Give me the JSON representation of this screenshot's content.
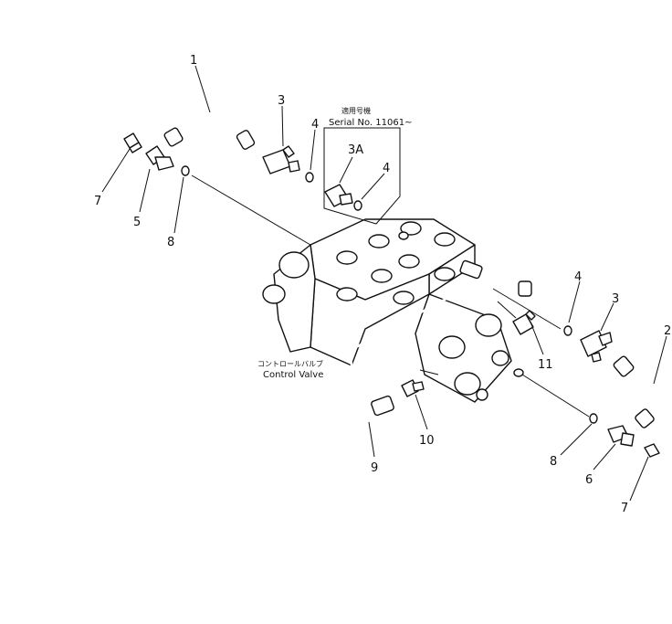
{
  "callouts": {
    "c1": "1",
    "c2": "2",
    "c3a": "3",
    "c3b": "3",
    "c3A": "3A",
    "c4a": "4",
    "c4b": "4",
    "c4c": "4",
    "c5": "5",
    "c6": "6",
    "c7a": "7",
    "c7b": "7",
    "c8a": "8",
    "c8b": "8",
    "c9": "9",
    "c10": "10",
    "c11": "11"
  },
  "serial_note": {
    "jp": "適用号機",
    "en": "Serial No. 11061~"
  },
  "valve_label": {
    "jp": "コントロールバルブ",
    "en": "Control Valve"
  }
}
